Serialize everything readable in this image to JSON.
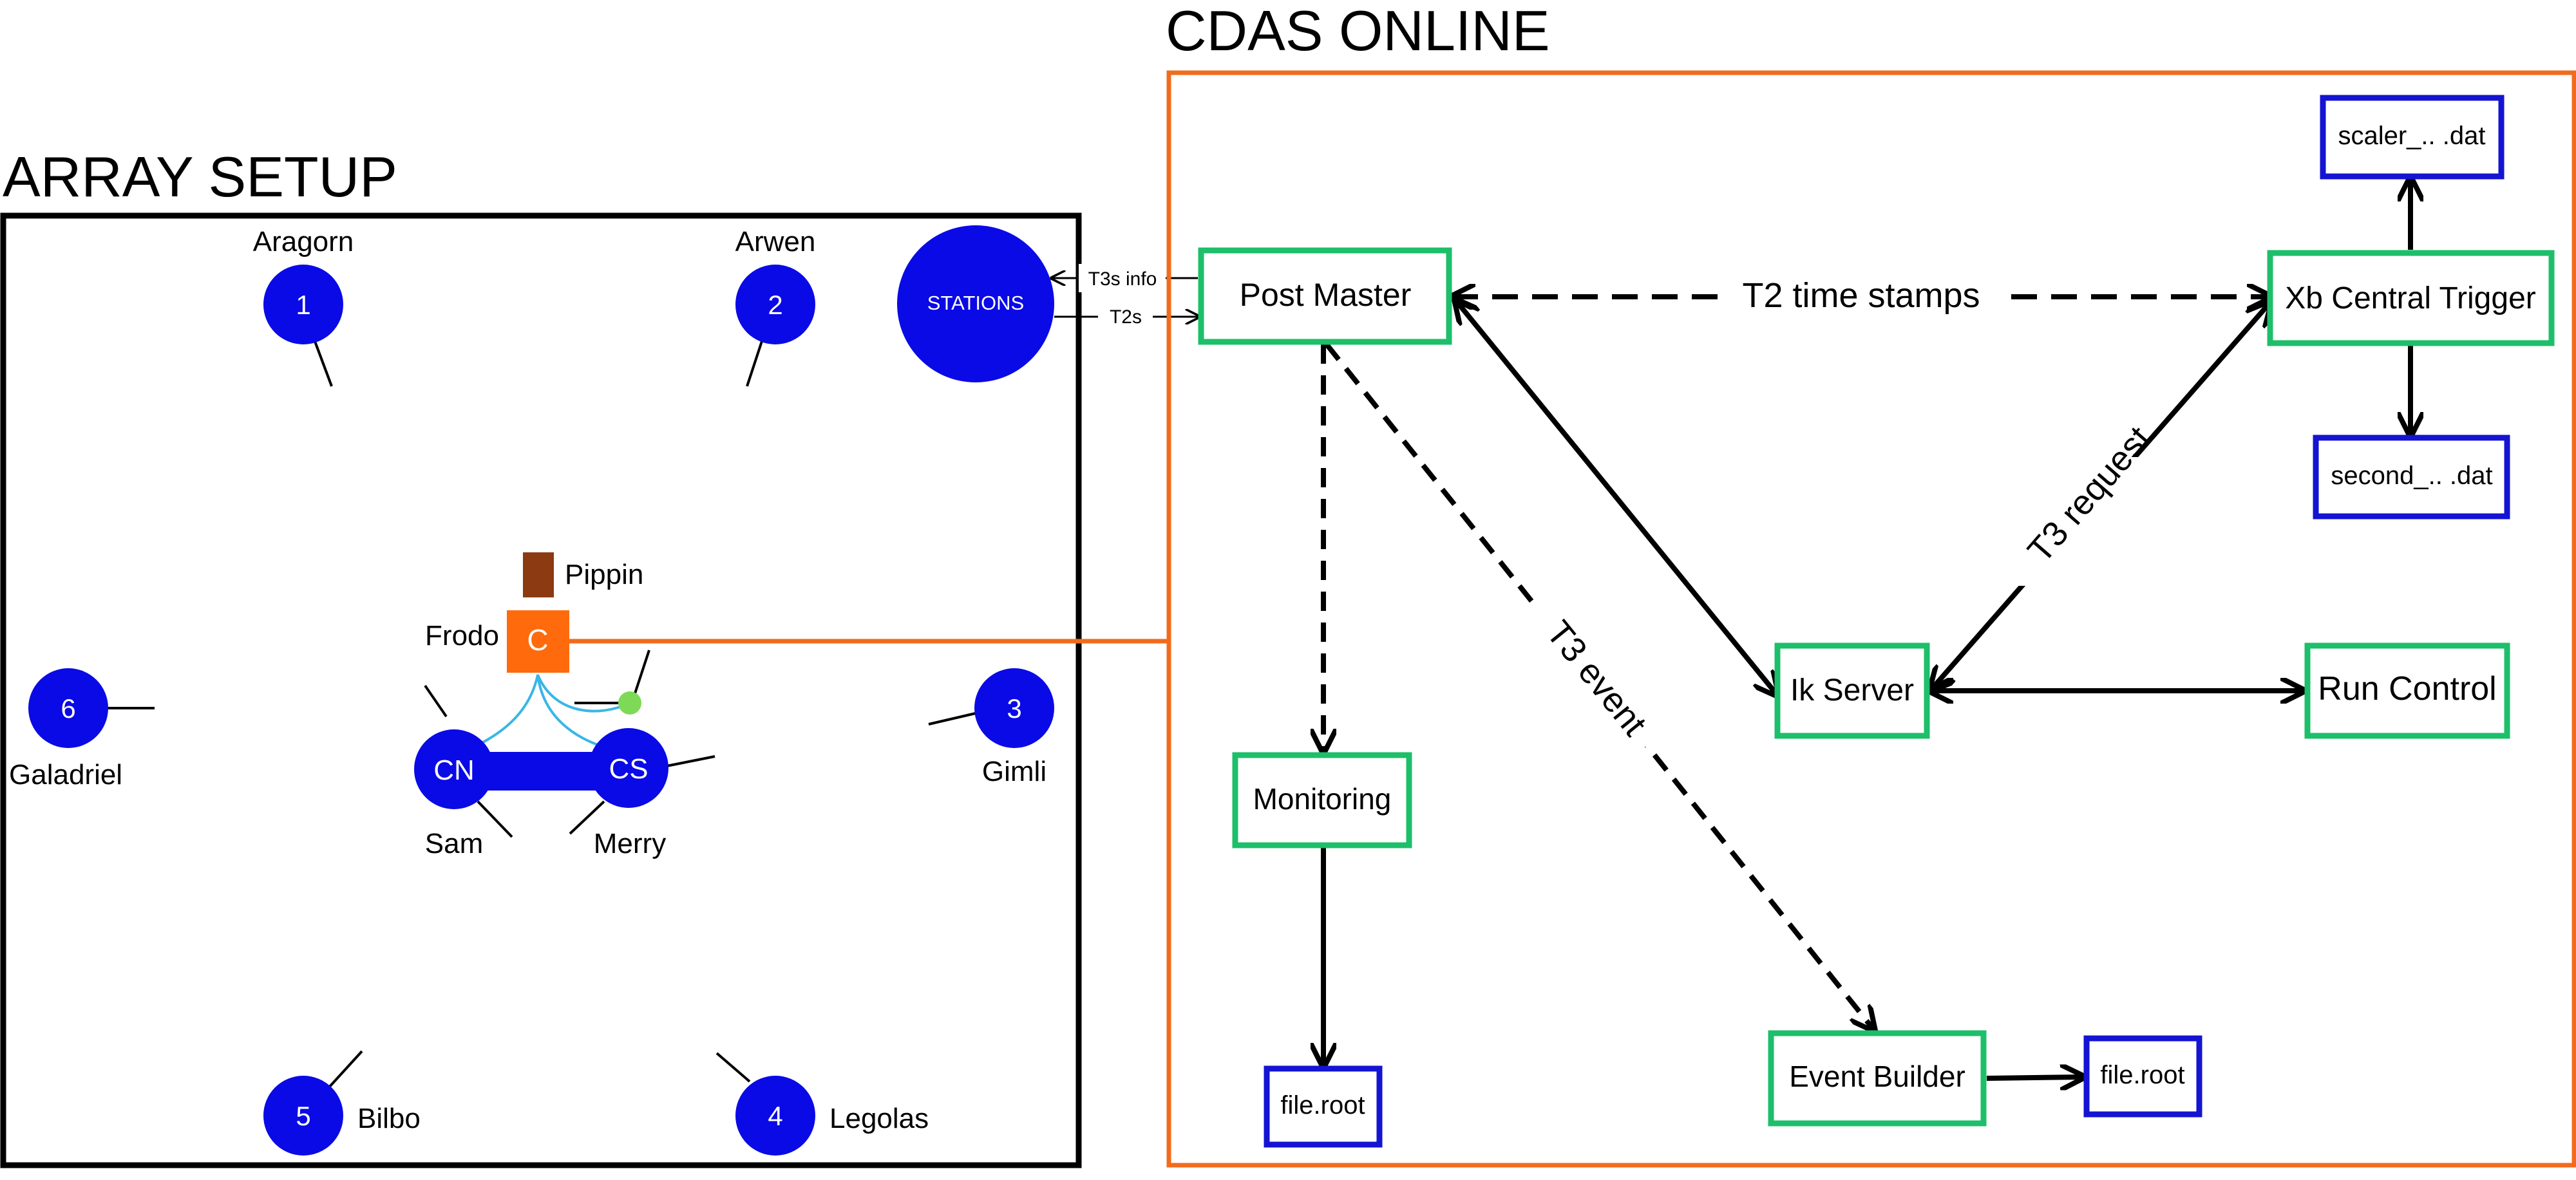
{
  "array_setup": {
    "title": "ARRAY SETUP",
    "stations_label": "STATIONS",
    "tanks": [
      {
        "number": "1",
        "name": "Aragorn"
      },
      {
        "number": "2",
        "name": "Arwen"
      },
      {
        "number": "3",
        "name": "Gimli"
      },
      {
        "number": "4",
        "name": "Legolas"
      },
      {
        "number": "5",
        "name": "Bilbo"
      },
      {
        "number": "6",
        "name": "Galadriel"
      }
    ],
    "center": {
      "box_letter": "C",
      "box_name": "Frodo",
      "shed_name": "Pippin",
      "cn_label": "CN",
      "cs_label": "CS",
      "cn_name": "Sam",
      "cs_name": "Merry"
    },
    "links": {
      "t3s_info": "T3s info",
      "t2s": "T2s"
    }
  },
  "cdas_online": {
    "title": "CDAS ONLINE",
    "nodes": {
      "post_master": "Post Master",
      "xb_central_trigger": "Xb Central Trigger",
      "ik_server": "Ik Server",
      "run_control": "Run Control",
      "monitoring": "Monitoring",
      "event_builder": "Event Builder"
    },
    "files": {
      "scaler": "scaler_.. .dat",
      "second": "second_.. .dat",
      "monitoring_root": "file.root",
      "event_root": "file.root"
    },
    "edges": {
      "t2_time_stamps": "T2 time stamps",
      "t3_request": "T3 request",
      "t3_event": "T3 event"
    }
  },
  "colors": {
    "tank_blue": "#0a0ae6",
    "process_green": "#1dbf6a",
    "file_blue": "#1414d2",
    "online_orange": "#f26b1d",
    "frodo_orange": "#ff6a0d",
    "pippin_brown": "#8b3a12",
    "link_cyan": "#3ab6e6",
    "dot_green": "#7ed957"
  }
}
